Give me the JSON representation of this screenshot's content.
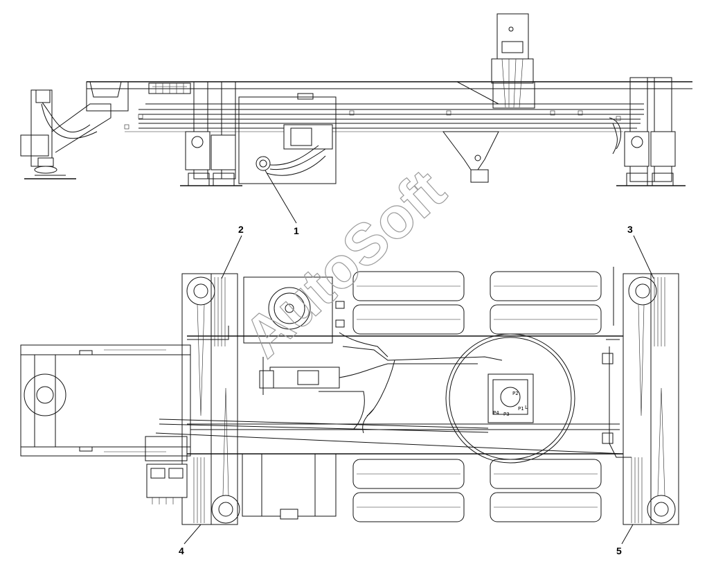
{
  "watermark": "AutoSoft",
  "callouts": [
    "1",
    "2",
    "3",
    "4",
    "5"
  ],
  "pump_port_labels": [
    "P4",
    "P3",
    "P2",
    "P1",
    "L"
  ]
}
